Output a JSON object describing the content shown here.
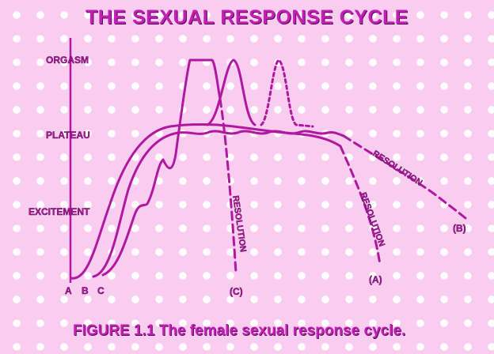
{
  "title": "THE SEXUAL RESPONSE CYCLE",
  "caption": "FIGURE 1.1 The female sexual response cycle.",
  "phases": {
    "orgasm": "ORGASM",
    "plateau": "PLATEAU",
    "excitement": "EXCITEMENT"
  },
  "curve_labels": {
    "a": "A",
    "b": "B",
    "c": "C"
  },
  "resolution": {
    "c_text": "RESOLUTION",
    "c_tag": "(C)",
    "a_text": "RESOLUTION",
    "a_tag": "(A)",
    "b_text": "RESOLUTION",
    "b_tag": "(B)"
  },
  "colors": {
    "line": "#b0199f",
    "background": "#f9cdf0",
    "dots": "#ffffff"
  }
}
